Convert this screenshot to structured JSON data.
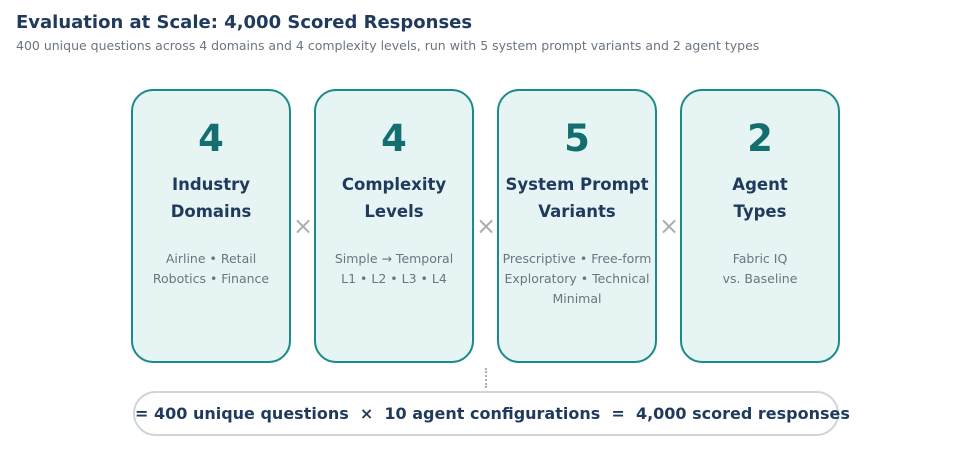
{
  "header": {
    "title": "Evaluation at Scale: 4,000 Scored Responses",
    "subtitle": "400 unique questions across 4 domains and 4 complexity levels, run with 5 system prompt variants and 2 agent types"
  },
  "cards": [
    {
      "number": "4",
      "label_line1": "Industry",
      "label_line2": "Domains",
      "desc_line1": "Airline  •  Retail",
      "desc_line2": "Robotics  •  Finance",
      "desc_line3": ""
    },
    {
      "number": "4",
      "label_line1": "Complexity",
      "label_line2": "Levels",
      "desc_line1": "Simple  →  Temporal",
      "desc_line2": "L1  •  L2  •  L3  •  L4",
      "desc_line3": ""
    },
    {
      "number": "5",
      "label_line1": "System Prompt",
      "label_line2": "Variants",
      "desc_line1": "Prescriptive  •  Free-form",
      "desc_line2": "Exploratory  •  Technical",
      "desc_line3": "Minimal"
    },
    {
      "number": "2",
      "label_line1": "Agent",
      "label_line2": "Types",
      "desc_line1": "Fabric IQ",
      "desc_line2": "vs. Baseline",
      "desc_line3": ""
    }
  ],
  "operators": [
    "×",
    "×",
    "×"
  ],
  "summary": "= 400 unique questions  ×  10 agent configurations  =  4,000 scored responses",
  "colors": {
    "card_border": "#1a8a8a",
    "card_fill": "#e6f4f3",
    "number": "#136e70",
    "heading": "#1f3a5c",
    "muted": "#6b7580"
  }
}
